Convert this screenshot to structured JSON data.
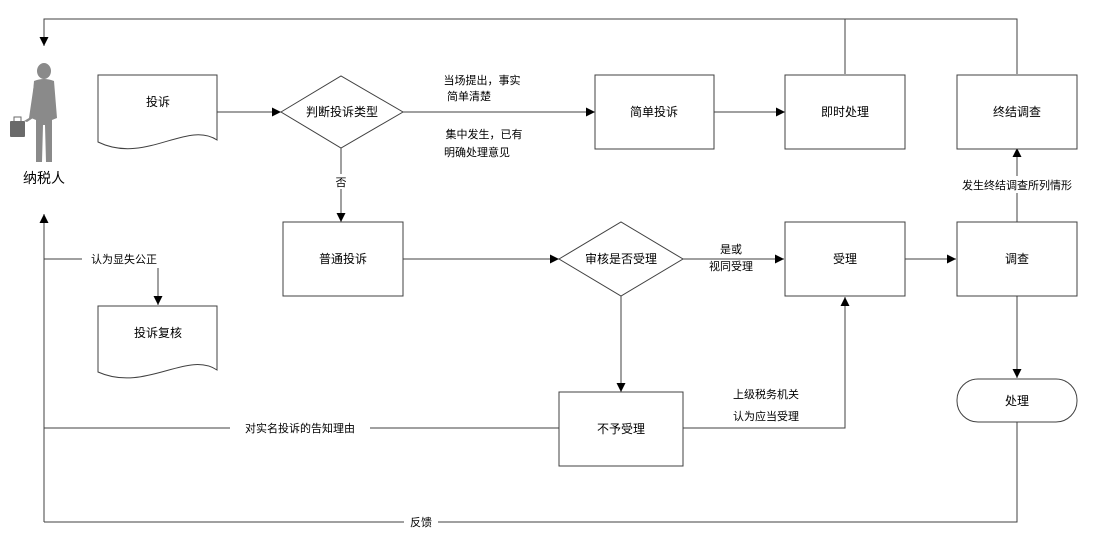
{
  "actor": {
    "label": "纳税人",
    "icon": "person-with-briefcase-icon"
  },
  "nodes": {
    "complaint": "投诉",
    "judge_type": "判断投诉类型",
    "simple_complaint": "简单投诉",
    "instant_handle": "即时处理",
    "final_investigation": "终结调查",
    "normal_complaint": "普通投诉",
    "review_accept": "审核是否受理",
    "accept": "受理",
    "investigate": "调查",
    "complaint_review": "投诉复核",
    "reject": "不予受理",
    "handle": "处理"
  },
  "edges": {
    "simple_cond_1": "当场提出，事实",
    "simple_cond_2": "简单清楚",
    "concentrated_1": "集中发生，已有",
    "concentrated_2": "明确处理意见",
    "no": "否",
    "yes_or_1": "是或",
    "yes_or_2": "视同受理",
    "final_condition": "发生终结调查所列情形",
    "unfair": "认为显失公正",
    "superior_1": "上级税务机关",
    "superior_2": "认为应当受理",
    "notify_reason": "对实名投诉的告知理由",
    "feedback": "反馈"
  }
}
